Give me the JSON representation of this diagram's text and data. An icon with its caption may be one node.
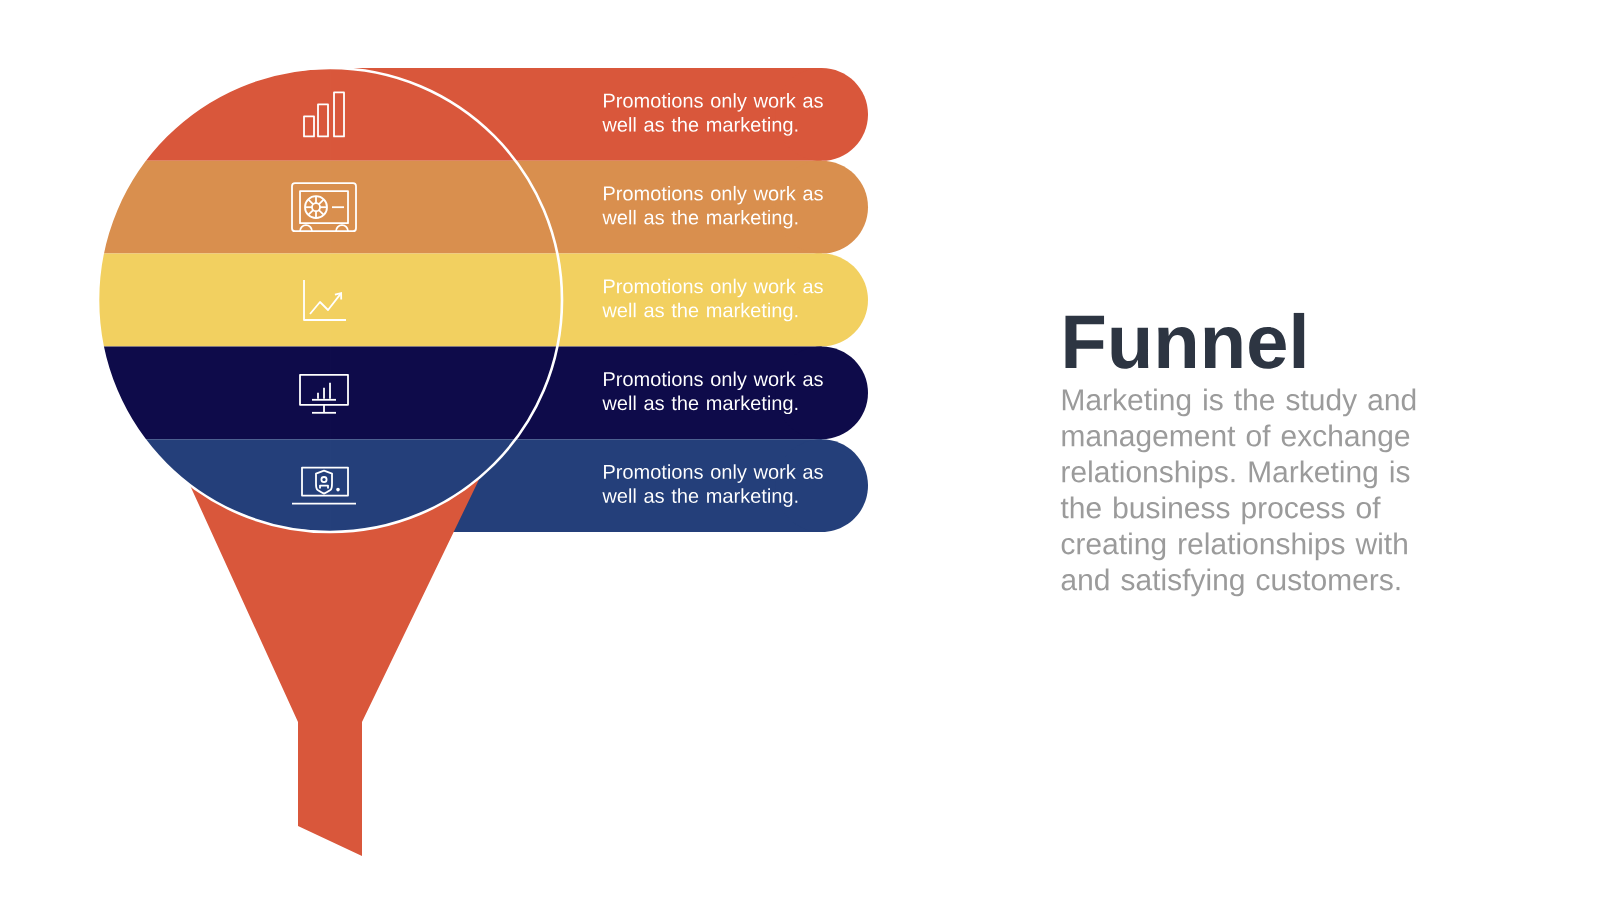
{
  "diagram": {
    "title": "Funnel",
    "nodes": [
      {
        "text": [
          "Promotions only work as well as the marketing."
        ]
      },
      {
        "text": [
          "Promotions only work as well as the marketing."
        ]
      },
      {
        "text": [
          "Promotions only work as well as the marketing."
        ]
      },
      {
        "text": [
          "Promotions only work as well as the marketing."
        ]
      },
      {
        "text": [
          "Promotions only work as well as the marketing."
        ]
      }
    ],
    "labels": [
      "Marketing is the study and management of exchange relationships. Marketing is the business process of creating relationships with and satisfying customers."
    ]
  }
}
